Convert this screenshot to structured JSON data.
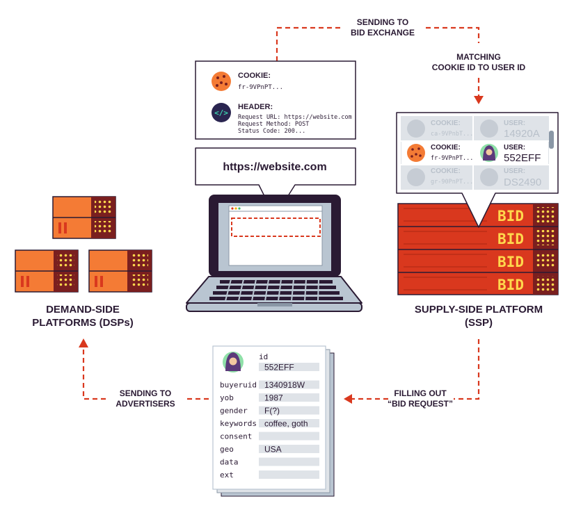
{
  "flow_labels": {
    "sending_to_exchange_1": "SENDING TO",
    "sending_to_exchange_2": "BID EXCHANGE",
    "matching_1": "MATCHING",
    "matching_2": "COOKIE ID TO USER ID",
    "filling_1": "FILLING OUT",
    "filling_2": "“BID REQUEST”",
    "advertisers_1": "SENDING TO",
    "advertisers_2": "ADVERTISERS"
  },
  "info_card": {
    "cookie_title": "COOKIE:",
    "cookie_value": "fr-9VPnPT...",
    "header_title": "HEADER:",
    "header_line1": "Request URL: https://website.com",
    "header_line2": "Request Method: POST",
    "header_line3": "Status Code: 200..."
  },
  "url_bubble": {
    "url": "https://website.com"
  },
  "ssp_table": {
    "rows": [
      {
        "cookie_title": "COOKIE:",
        "cookie_value": "ca-9VPnbT...",
        "user_title": "USER:",
        "user_value": "14920A"
      },
      {
        "cookie_title": "COOKIE:",
        "cookie_value": "fr-9VPnPT...",
        "user_title": "USER:",
        "user_value": "552EFF"
      },
      {
        "cookie_title": "COOKIE:",
        "cookie_value": "gr-90PnPT...",
        "user_title": "USER:",
        "user_value": "DS2490"
      }
    ]
  },
  "bid_label": "BID",
  "dsp_label_1": "DEMAND-SIDE",
  "dsp_label_2": "PLATFORMS (DSPs)",
  "ssp_label_1": "SUPPLY-SIDE PLATFORM",
  "ssp_label_2": "(SSP)",
  "bid_request": {
    "fields": [
      {
        "key": "id",
        "value": "552EFF"
      },
      {
        "key": "buyeruid",
        "value": "1340918W"
      },
      {
        "key": "yob",
        "value": "1987"
      },
      {
        "key": "gender",
        "value": "F(?)"
      },
      {
        "key": "keywords",
        "value": "coffee, goth"
      },
      {
        "key": "consent",
        "value": ""
      },
      {
        "key": "geo",
        "value": "USA"
      },
      {
        "key": "data",
        "value": ""
      },
      {
        "key": "ext",
        "value": ""
      }
    ]
  },
  "colors": {
    "accent_red": "#d9381e",
    "orange": "#f47b35",
    "maroon": "#7a1f1f",
    "dark": "#2a1a33",
    "screen_blue": "#b9c5d1",
    "panel_grey": "#dfe3e8"
  }
}
